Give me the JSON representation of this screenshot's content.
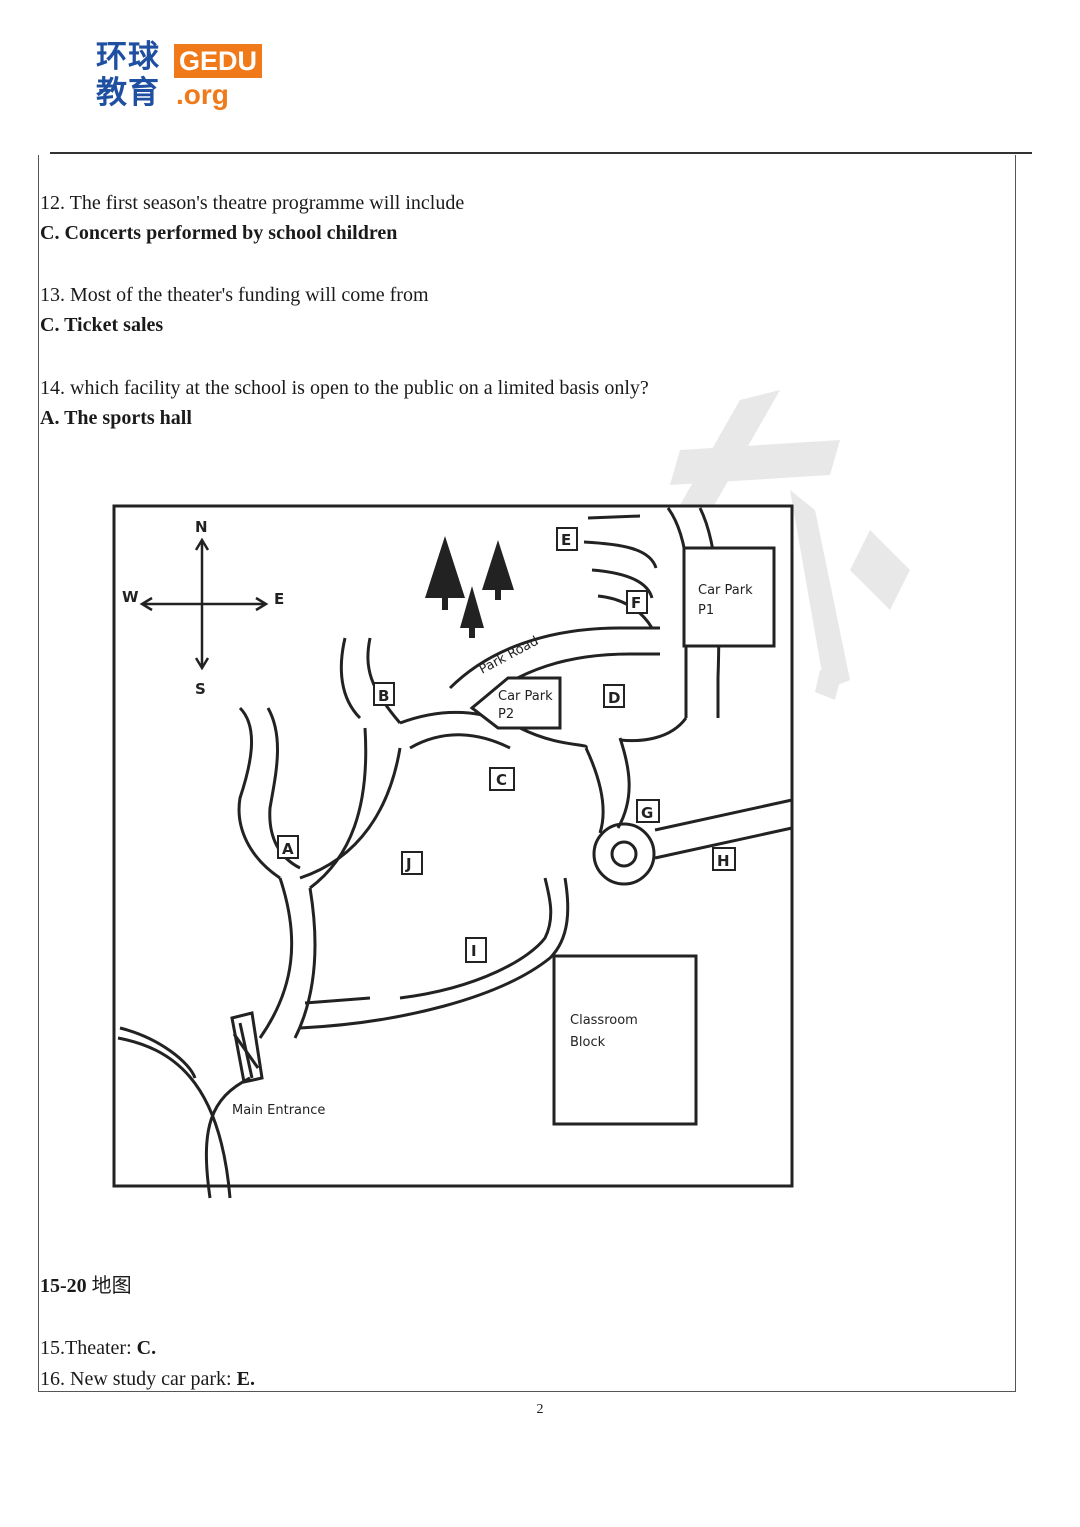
{
  "logo": {
    "cn_top": "环球",
    "cn_bottom": "教育",
    "gedu": "GEDU",
    "org": ".org"
  },
  "questions": [
    {
      "q": "12. The first season's theatre programme will include",
      "a": "C. Concerts performed by school children"
    },
    {
      "q": "13. Most of the theater's funding will come from",
      "a": "C. Ticket sales"
    },
    {
      "q": "14. which facility at the school is open to the public on a limited basis only?",
      "a": "A. The sports hall"
    }
  ],
  "map": {
    "compass": {
      "n": "N",
      "s": "S",
      "e": "E",
      "w": "W"
    },
    "road_name": "Park Road",
    "car_park_p1": [
      "Car Park",
      "P1"
    ],
    "car_park_p2": [
      "Car Park",
      "P2"
    ],
    "classroom": [
      "Classroom",
      "Block"
    ],
    "main_entrance": "Main Entrance",
    "letters": [
      "A",
      "B",
      "C",
      "D",
      "E",
      "F",
      "G",
      "H",
      "I",
      "J"
    ]
  },
  "section": {
    "head_bold": "15-20",
    "head_rest": " 地图"
  },
  "answers": [
    {
      "label": "15.Theater: ",
      "value": "C."
    },
    {
      "label": "16. New study car park: ",
      "value": "E."
    }
  ],
  "page_number": "2"
}
